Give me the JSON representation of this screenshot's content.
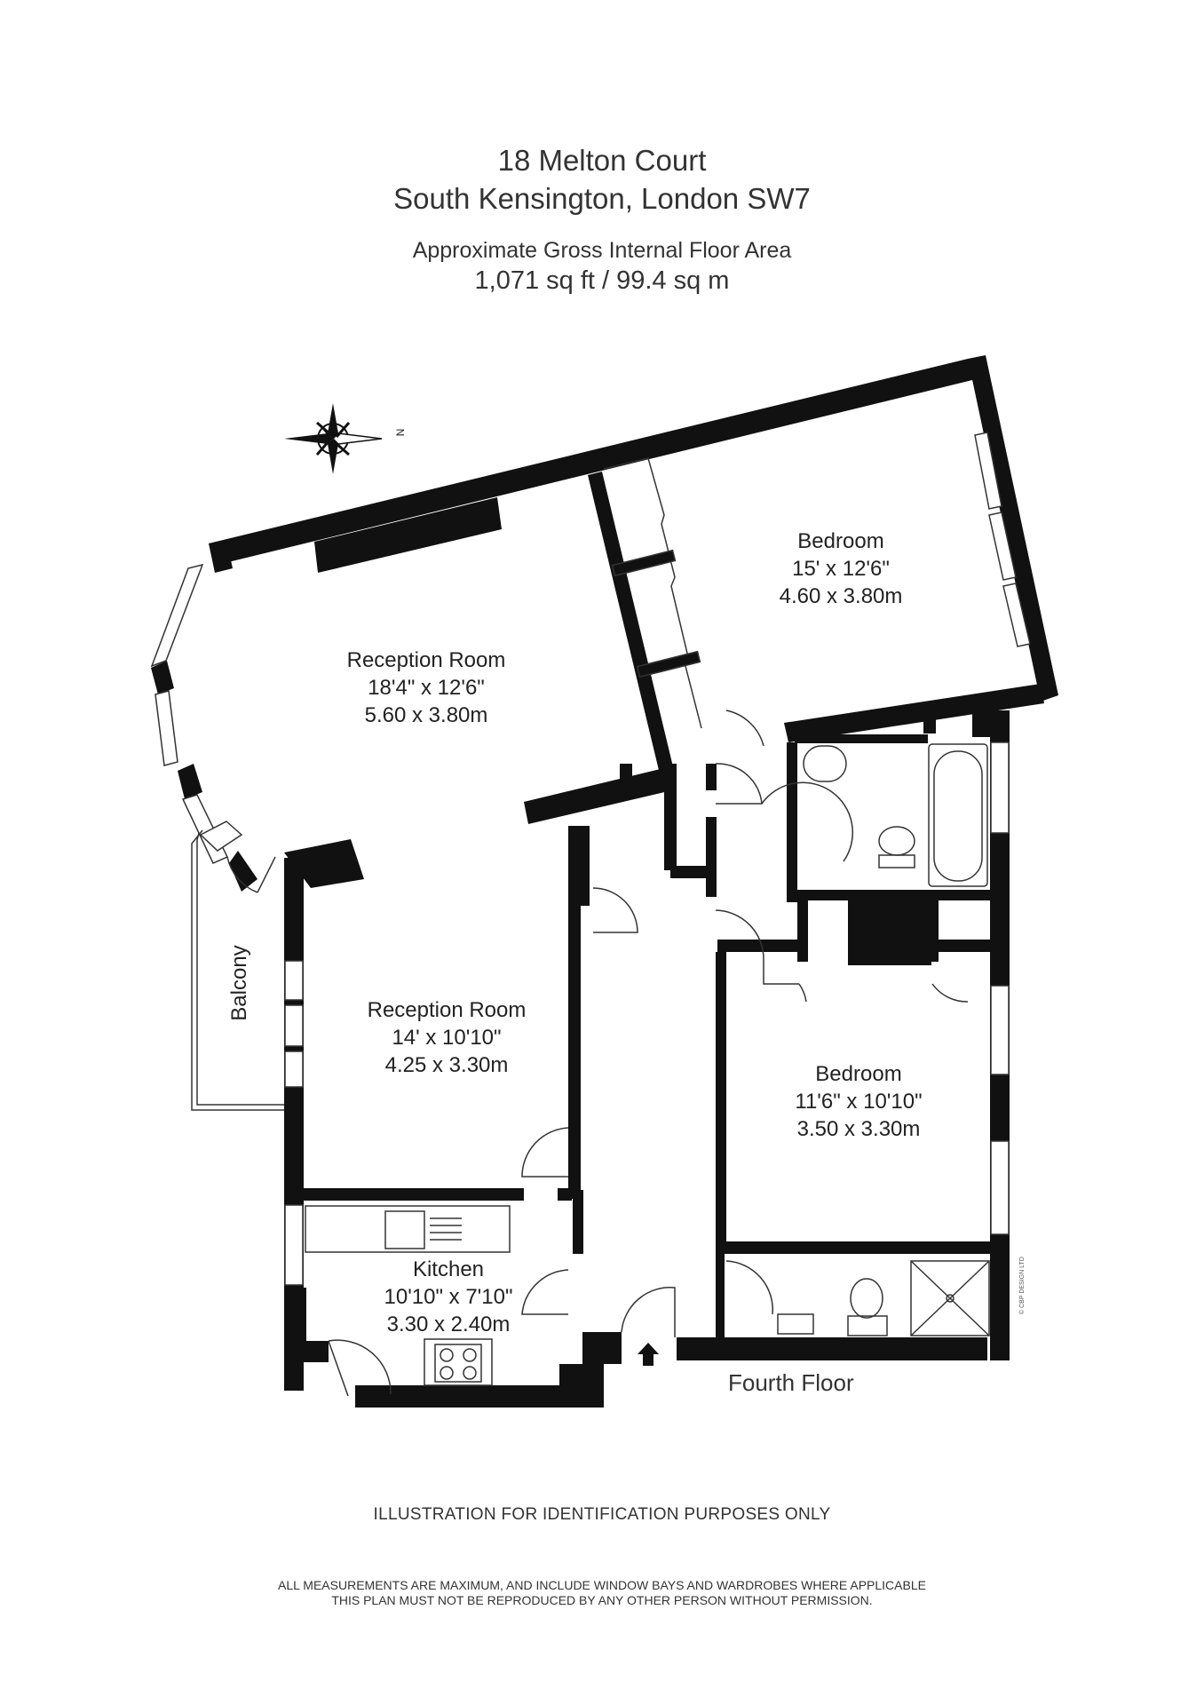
{
  "header": {
    "address_line1": "18 Melton Court",
    "address_line2": "South Kensington, London SW7",
    "area_label": "Approximate Gross Internal Floor Area",
    "area_value": "1,071 sq ft  / 99.4 sq m"
  },
  "compass": {
    "label": "N"
  },
  "rooms": {
    "bedroom_top": {
      "name": "Bedroom",
      "imperial": "15' x 12'6\"",
      "metric": "4.60 x 3.80m"
    },
    "reception_upper": {
      "name": "Reception Room",
      "imperial": "18'4\" x 12'6\"",
      "metric": "5.60 x 3.80m"
    },
    "reception_lower": {
      "name": "Reception Room",
      "imperial": "14' x 10'10\"",
      "metric": "4.25 x 3.30m"
    },
    "bedroom_lower": {
      "name": "Bedroom",
      "imperial": "11'6\" x 10'10\"",
      "metric": "3.50 x 3.30m"
    },
    "kitchen": {
      "name": "Kitchen",
      "imperial": "10'10\" x 7'10\"",
      "metric": "3.30 x 2.40m"
    },
    "balcony": {
      "name": "Balcony"
    }
  },
  "floor_label": "Fourth Floor",
  "copyright": "© CBP DESIGN LTD",
  "footer": {
    "disclaimer_1": "ILLUSTRATION FOR IDENTIFICATION PURPOSES ONLY",
    "disclaimer_2": "ALL MEASUREMENTS ARE MAXIMUM, AND INCLUDE WINDOW BAYS AND WARDROBES WHERE APPLICABLE",
    "disclaimer_3": "THIS PLAN MUST NOT BE REPRODUCED BY ANY OTHER PERSON WITHOUT PERMISSION."
  },
  "colors": {
    "wall": "#111111",
    "line": "#333333",
    "background": "#ffffff"
  }
}
